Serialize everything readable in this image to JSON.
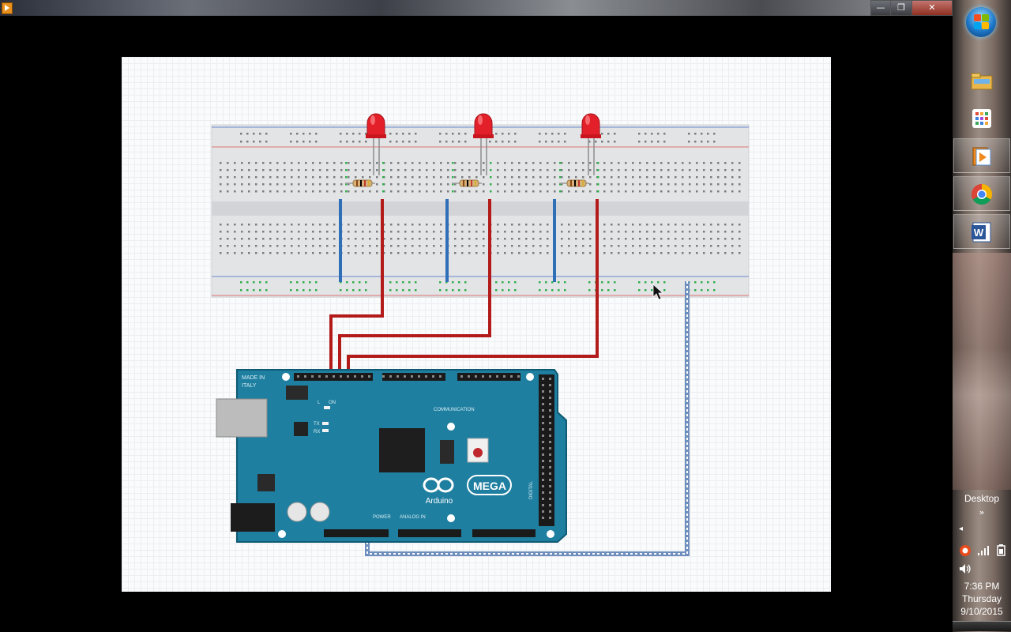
{
  "window": {
    "app_icon": "media-player-icon",
    "controls": {
      "minimize": "—",
      "restore": "❐",
      "close": "✕"
    }
  },
  "circuit": {
    "breadboard_color": "#e3e4e6",
    "wire_colors": {
      "signal": "#b31b1b",
      "ground": "#2f6fb8"
    },
    "led_color": "#e3202a",
    "led_count": 3,
    "board": {
      "color": "#1f7fa0",
      "brand": "Arduino",
      "model": "MEGA",
      "made_in": "MADE IN\nITALY",
      "labels": {
        "communication": "COMMUNICATION",
        "power": "POWER",
        "analog_in": "ANALOG IN",
        "digital": "DIGITAL",
        "tx": "TX",
        "rx": "RX",
        "on": "ON",
        "l": "L"
      }
    }
  },
  "taskbar": {
    "start_icon": "windows-start-orb",
    "pinned": [
      {
        "name": "file-explorer",
        "icon": "folder-icon"
      },
      {
        "name": "apps",
        "icon": "apps-grid-icon"
      },
      {
        "name": "media-player",
        "icon": "media-player-icon",
        "active": true
      },
      {
        "name": "chrome",
        "icon": "chrome-icon",
        "active": true
      },
      {
        "name": "word",
        "icon": "word-icon",
        "active": true
      }
    ],
    "desktop_label": "Desktop",
    "desktop_chevron": "»",
    "tray_expand": "◂",
    "clock": {
      "time": "7:36 PM",
      "day": "Thursday",
      "date": "9/10/2015"
    }
  }
}
